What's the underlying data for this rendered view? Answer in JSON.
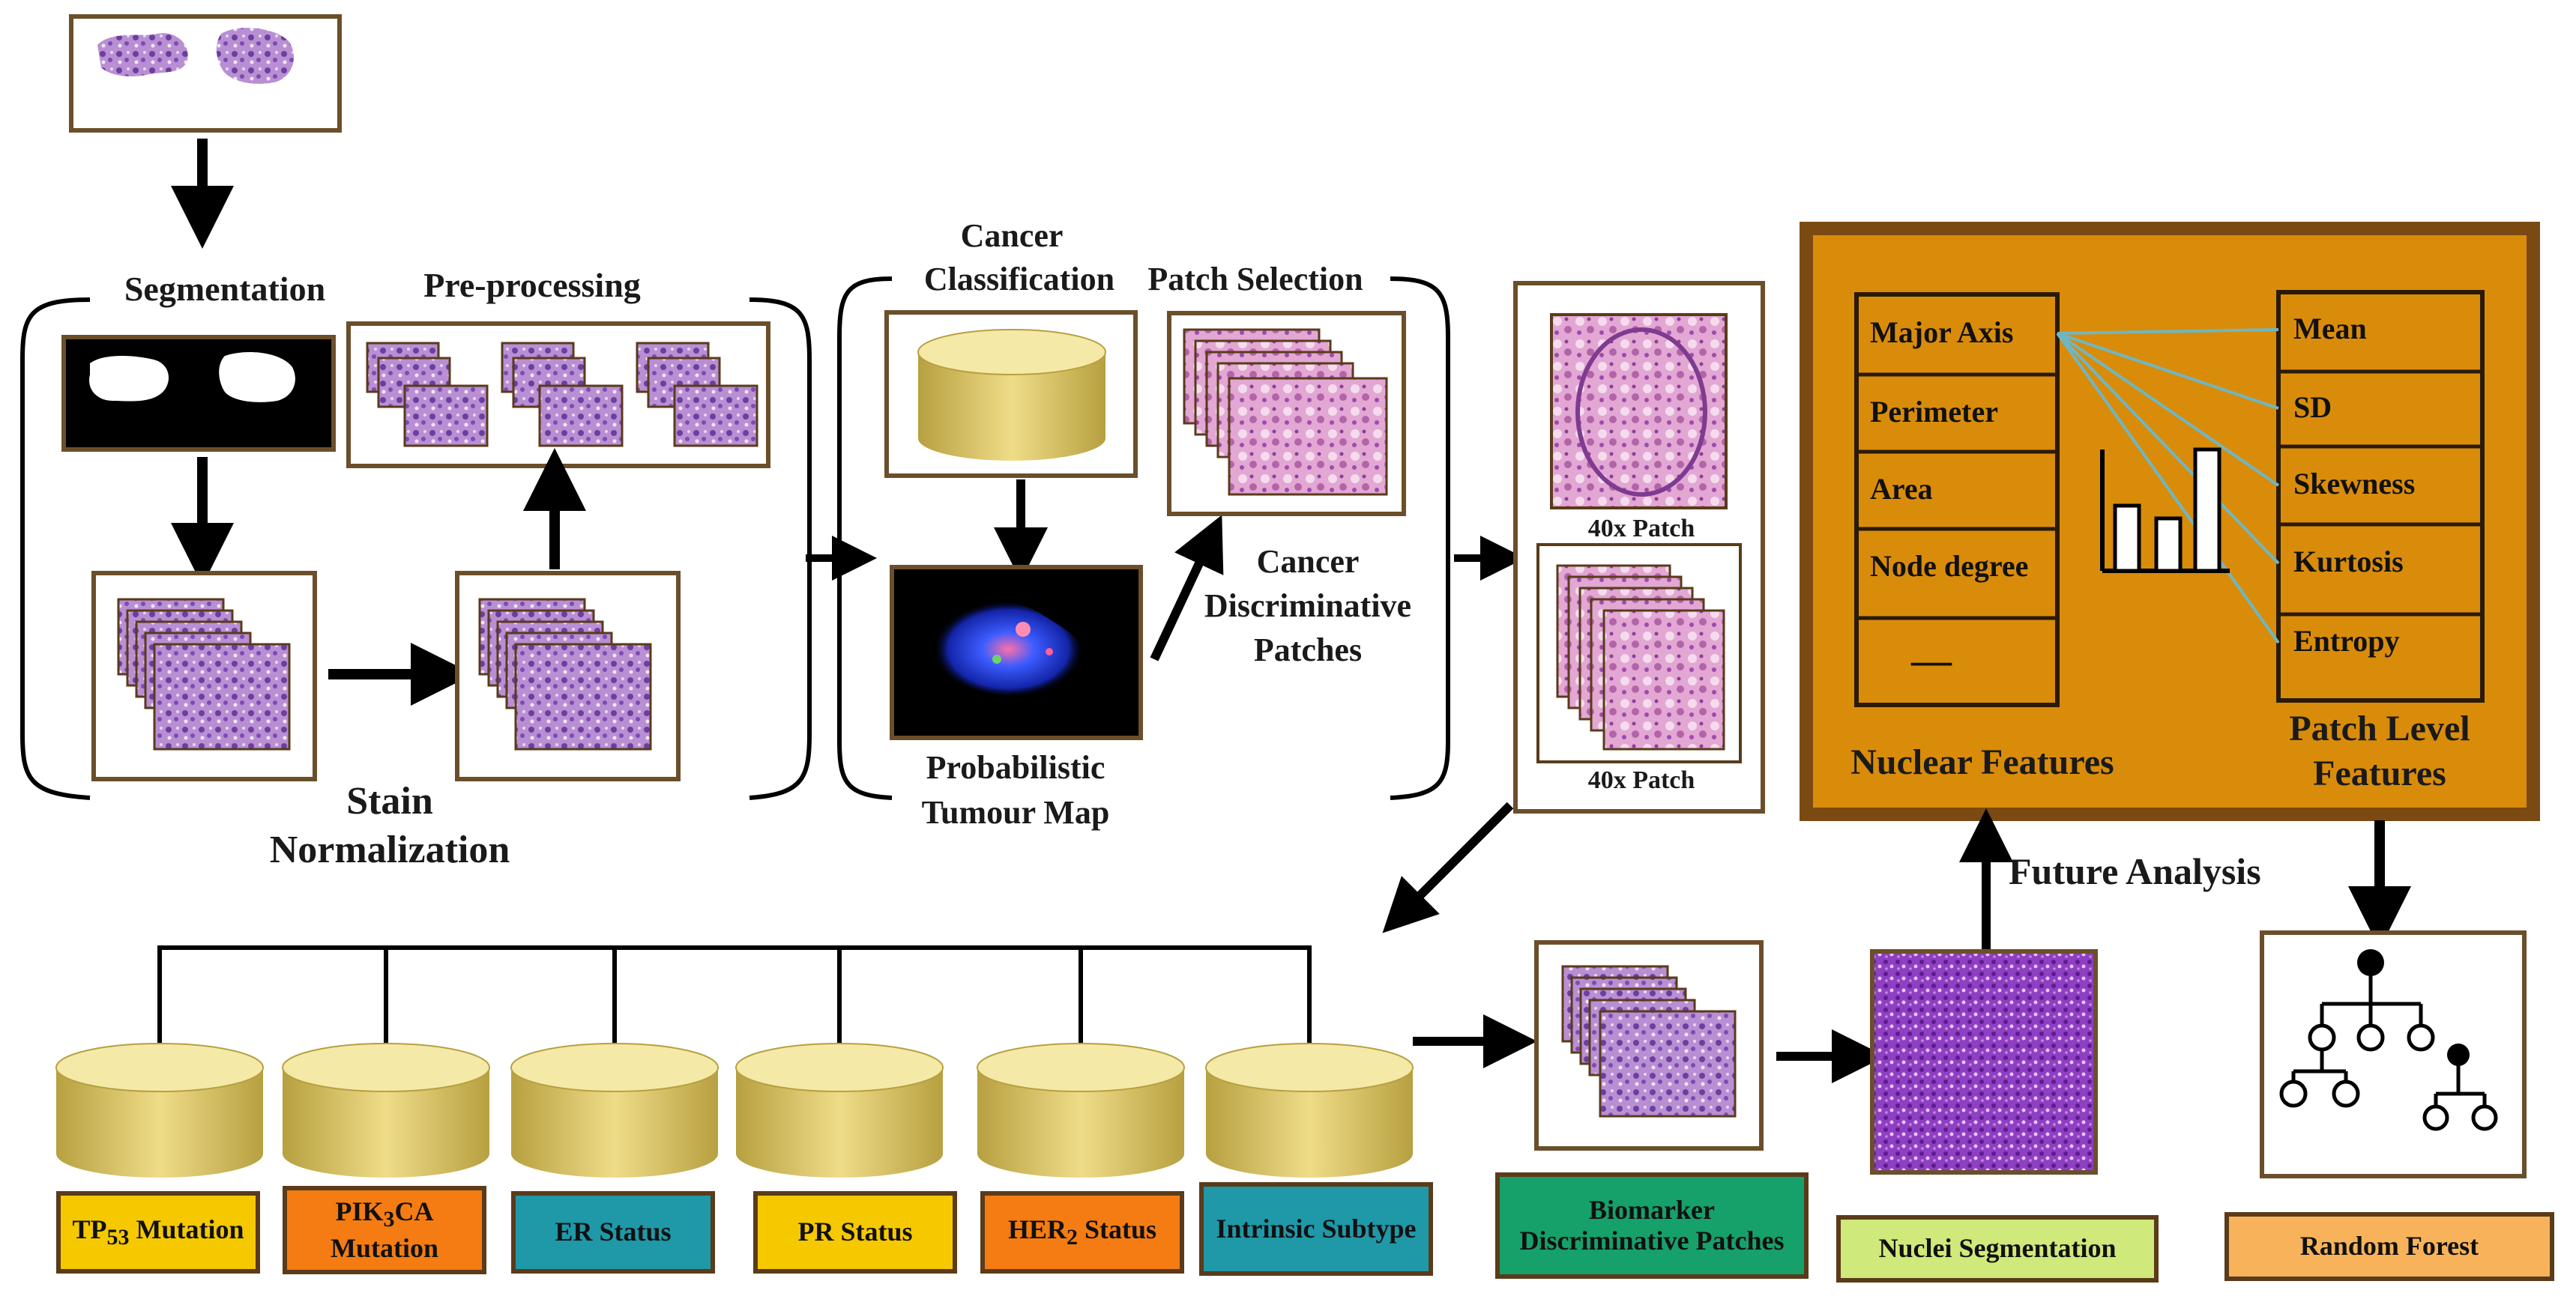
{
  "colors": {
    "tissue": "#9b59b6",
    "cylinder": "#e6d16a",
    "frame": "#6b4f2a",
    "panel_bg": "#d98c0a",
    "panel_border": "#7a4a12",
    "tag_yellow": "#f5c800",
    "tag_orange": "#f47c12",
    "tag_teal": "#1f98a8",
    "tag_green": "#16a06a",
    "tag_lightgreen": "#cfe97a",
    "tag_peach": "#f8b35a"
  },
  "labels": {
    "segmentation": "Segmentation",
    "preprocessing": "Pre-processing",
    "stain_normalization_1": "Stain",
    "stain_normalization_2": "Normalization",
    "cancer_classification_1": "Cancer",
    "cancer_classification_2": "Classification",
    "patch_selection": "Patch Selection",
    "cancer_disc_1": "Cancer",
    "cancer_disc_2": "Discriminative",
    "cancer_disc_3": "Patches",
    "prob_map_1": "Probabilistic",
    "prob_map_2": "Tumour Map",
    "patch_top": "40x Patch",
    "patch_bottom": "40x Patch",
    "future_analysis": "Future Analysis",
    "nuclear_features": "Nuclear Features",
    "patch_level_1": "Patch Level",
    "patch_level_2": "Features"
  },
  "nuclear_list": [
    "Major Axis",
    "Perimeter",
    "Area",
    "Node degree",
    "—"
  ],
  "patch_list": [
    "Mean",
    "SD",
    "Skewness",
    "Kurtosis",
    "Entropy"
  ],
  "biomarkers": {
    "tp53": {
      "pre": "TP",
      "sub": "53",
      "post": " Mutation"
    },
    "pik3ca_pre": "PIK",
    "pik3ca_sub": "3",
    "pik3ca_post": "CA",
    "pik3ca_line2": "Mutation",
    "er": "ER Status",
    "pr": "PR Status",
    "her2": {
      "pre": "HER",
      "sub": "2",
      "post": " Status"
    },
    "intrinsic": "Intrinsic Subtype"
  },
  "bottom_tags": {
    "biomarker_1": "Biomarker",
    "biomarker_2": "Discriminative Patches",
    "nuclei_seg": "Nuclei Segmentation",
    "random_forest": "Random Forest"
  }
}
